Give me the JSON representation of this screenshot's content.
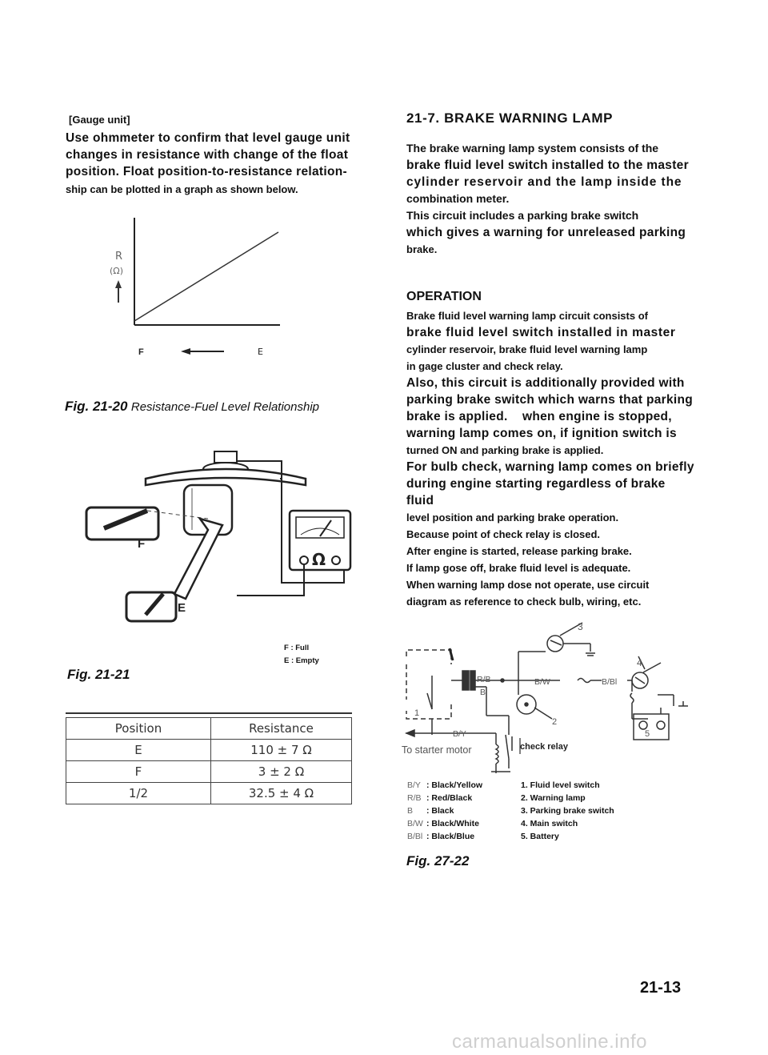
{
  "left": {
    "gauge_heading": "[Gauge unit]",
    "gauge_lines": [
      "Use ohmmeter to confirm that level gauge unit",
      "changes in resistance with change of the float",
      "position. Float position-to-resistance relation-",
      "ship can be plotted in a graph as shown below."
    ],
    "graph": {
      "y_label": "R",
      "y_unit": "(Ω)",
      "x_left": "F",
      "x_right": "E"
    },
    "fig20_label": "Fig. 21-20",
    "fig20_caption": "Resistance-Fuel Level Relationship",
    "gauge_diagram": {
      "float_f": "F",
      "float_e": "E",
      "meter_symbol": "Ω"
    },
    "key_f": "F : Full",
    "key_e": "E : Empty",
    "fig21_label": "Fig. 21-21",
    "table": {
      "headers": [
        "Position",
        "Resistance"
      ],
      "rows": [
        [
          "E",
          "110 ± 7 Ω"
        ],
        [
          "F",
          "3 ± 2 Ω"
        ],
        [
          "1/2",
          "32.5 ± 4 Ω"
        ]
      ]
    }
  },
  "right": {
    "title": "21-7. BRAKE WARNING LAMP",
    "intro_lines": [
      "The brake warning lamp system consists of the",
      "brake fluid level switch installed to the master",
      "cylinder reservoir and the lamp inside the",
      "combination meter.",
      "This circuit includes a parking brake switch",
      "which gives a warning for unreleased parking",
      "brake."
    ],
    "operation_heading": "OPERATION",
    "operation_lines": [
      "Brake fluid level warning lamp circuit consists of",
      "brake fluid level switch installed in master",
      "cylinder reservoir, brake fluid level warning lamp",
      "in gage cluster and check relay.",
      "Also, this circuit is additionally provided with",
      "parking brake switch which warns that parking",
      "brake is applied.    when engine is stopped,",
      "warning lamp comes on, if ignition switch is",
      "turned ON and parking brake is applied.",
      "For bulb check, warning lamp comes on briefly",
      "during engine starting regardless of brake fluid",
      "level position and parking brake operation.",
      "Because point of check relay is closed.",
      "After engine is started, release parking brake.",
      "If lamp gose off, brake fluid level is adequate.",
      "When warning lamp dose not operate, use circuit",
      "diagram as reference to check bulb, wiring, etc."
    ],
    "circuit": {
      "wire_rb": "R/B",
      "wire_b": "B",
      "wire_bw": "B/W",
      "wire_bbl": "B/Bl",
      "wire_by": "B/Y",
      "starter_text": "To starter motor",
      "relay_label": "check relay",
      "n1": "1",
      "n2": "2",
      "n3": "3",
      "n4": "4",
      "n5": "5"
    },
    "wire_legend": [
      {
        "code": "B/Y",
        "text": ": Black/Yellow"
      },
      {
        "code": "R/B",
        "text": ": Red/Black"
      },
      {
        "code": "B",
        "text": ": Black"
      },
      {
        "code": "B/W",
        "text": ": Black/White"
      },
      {
        "code": "B/Bl",
        "text": ": Black/Blue"
      }
    ],
    "part_legend": [
      "1. Fluid level switch",
      "2. Warning lamp",
      "3. Parking brake switch",
      "4. Main switch",
      "5. Battery"
    ],
    "fig22_label": "Fig. 27-22"
  },
  "page_number": "21-13",
  "watermark": "carmanualsonline.info"
}
